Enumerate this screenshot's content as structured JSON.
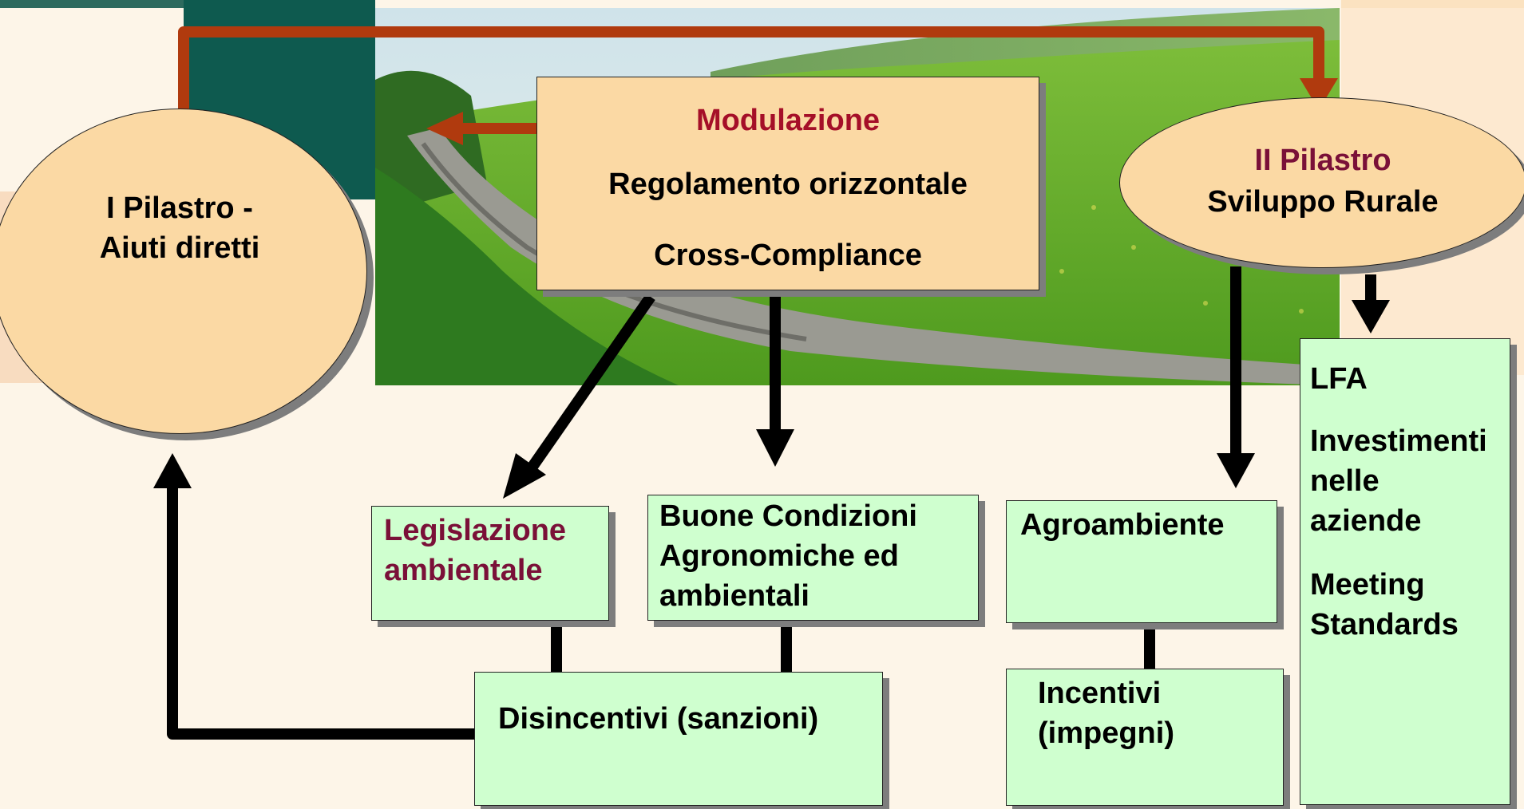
{
  "pilastro_1": {
    "line1": "I Pilastro -",
    "line2": "Aiuti diretti"
  },
  "center_box": {
    "title": "Modulazione",
    "line1": "Regolamento orizzontale",
    "line2": "Cross-Compliance"
  },
  "pilastro_2": {
    "title": "II Pilastro",
    "subtitle": "Sviluppo Rurale"
  },
  "legislazione": {
    "line1": "Legislazione",
    "line2": "ambientale"
  },
  "buone_condizioni": {
    "line1": "Buone Condizioni",
    "line2": "Agronomiche ed",
    "line3": "ambientali"
  },
  "disincentivi": {
    "label": "Disincentivi (sanzioni)"
  },
  "agroambiente": {
    "label": "Agroambiente"
  },
  "incentivi": {
    "line1": "Incentivi",
    "line2": "(impegni)"
  },
  "right_list": {
    "item1": "LFA",
    "item2_line1": "Investimenti",
    "item2_line2": "nelle",
    "item2_line3": "aziende",
    "item3_line1": "Meeting",
    "item3_line2": "Standards"
  },
  "colors": {
    "background": "#fdf5e8",
    "box_green": "#cfffcf",
    "box_peach": "#fbd9a4",
    "accent_red": "#a50f28",
    "accent_maroon": "#7a1038",
    "arrow_brown": "#b03a0e",
    "dark_teal": "#0e5a4f"
  }
}
